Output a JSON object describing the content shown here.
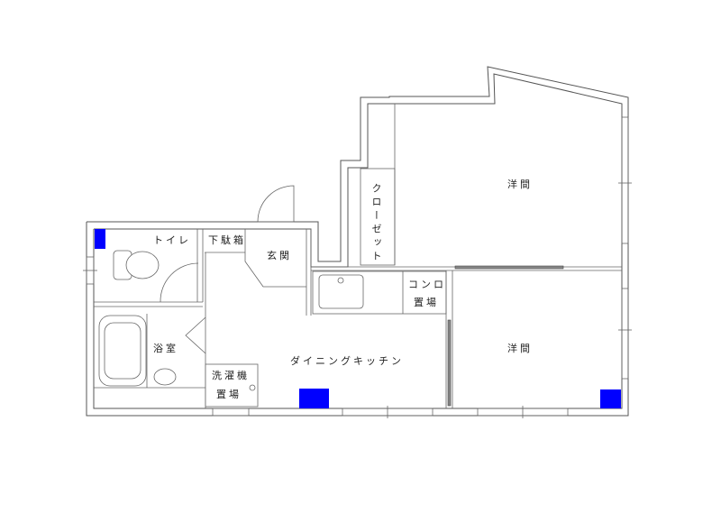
{
  "plan": {
    "rooms": {
      "western_room_1": "洋間",
      "western_room_2": "洋間",
      "closet": "クローゼット",
      "toilet": "トイレ",
      "shoe_box": "下駄箱",
      "entrance": "玄関",
      "stove_area_line1": "コンロ",
      "stove_area_line2": "置場",
      "bathroom": "浴室",
      "washer_line1": "洗濯機",
      "washer_line2": "置場",
      "dining_kitchen": "ダイニングキッチン"
    },
    "markers": {
      "color": "#0000ff",
      "count": 3
    }
  }
}
